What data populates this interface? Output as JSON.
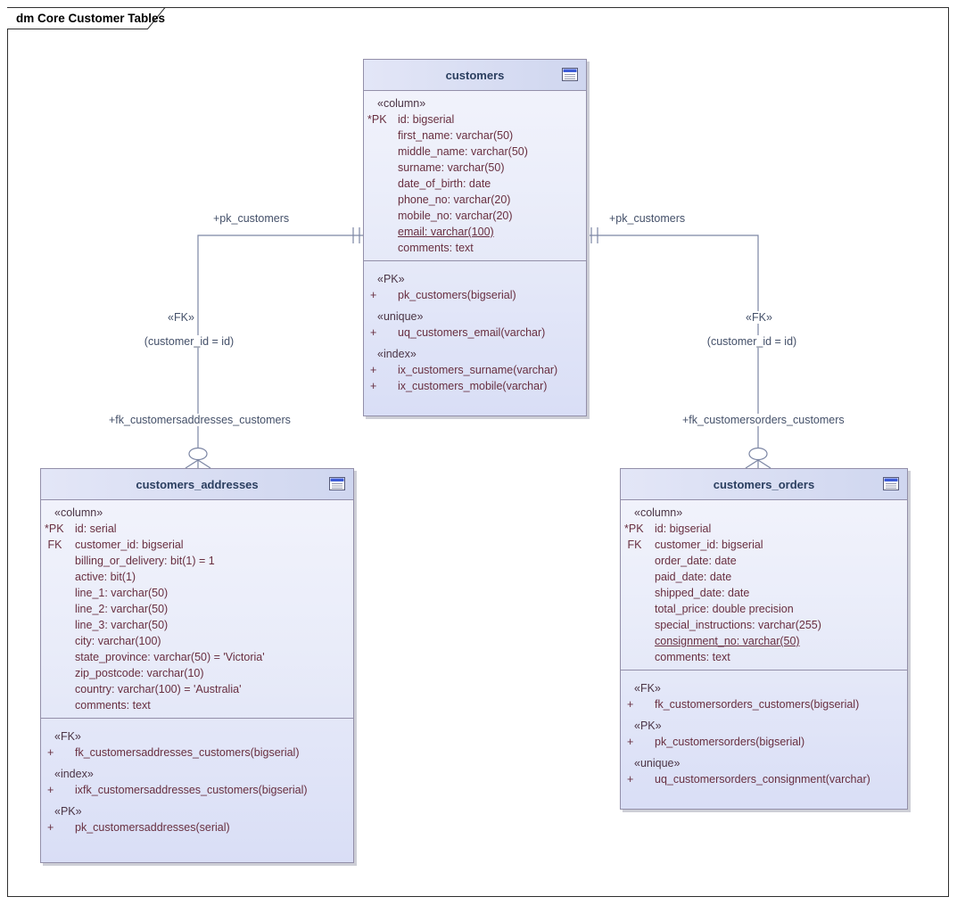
{
  "frame": {
    "title": "dm Core Customer Tables"
  },
  "colors": {
    "table_border": "#938fa9",
    "connector_line": "#7c86a4",
    "column_text": "#682f40",
    "header_text": "#2a3e5f",
    "label_text": "#445069",
    "icon_title_bar": "#3d5bd7"
  },
  "tables": [
    {
      "name": "customers",
      "stereotype": "«column»",
      "icon": "table-document-icon",
      "columns": [
        {
          "prefix": "*PK",
          "text": "id: bigserial"
        },
        {
          "prefix": "",
          "text": "first_name: varchar(50)"
        },
        {
          "prefix": "",
          "text": "middle_name: varchar(50)"
        },
        {
          "prefix": "",
          "text": "surname: varchar(50)"
        },
        {
          "prefix": "",
          "text": "date_of_birth: date"
        },
        {
          "prefix": "",
          "text": "phone_no: varchar(20)"
        },
        {
          "prefix": "",
          "text": "mobile_no: varchar(20)"
        },
        {
          "prefix": "",
          "text": "email: varchar(100)",
          "underline": true
        },
        {
          "prefix": "",
          "text": "comments: text"
        }
      ],
      "operations": [
        {
          "kind": "stereotype",
          "text": "«PK»"
        },
        {
          "kind": "op",
          "prefix": "+",
          "text": "pk_customers(bigserial)"
        },
        {
          "kind": "stereotype",
          "text": "«unique»"
        },
        {
          "kind": "op",
          "prefix": "+",
          "text": "uq_customers_email(varchar)"
        },
        {
          "kind": "stereotype",
          "text": "«index»"
        },
        {
          "kind": "op",
          "prefix": "+",
          "text": "ix_customers_surname(varchar)"
        },
        {
          "kind": "op",
          "prefix": "+",
          "text": "ix_customers_mobile(varchar)"
        }
      ]
    },
    {
      "name": "customers_addresses",
      "stereotype": "«column»",
      "icon": "table-document-icon",
      "columns": [
        {
          "prefix": "*PK",
          "text": "id: serial"
        },
        {
          "prefix": " FK",
          "text": "customer_id: bigserial"
        },
        {
          "prefix": "",
          "text": "billing_or_delivery: bit(1) = 1"
        },
        {
          "prefix": "",
          "text": "active: bit(1)"
        },
        {
          "prefix": "",
          "text": "line_1: varchar(50)"
        },
        {
          "prefix": "",
          "text": "line_2: varchar(50)"
        },
        {
          "prefix": "",
          "text": "line_3: varchar(50)"
        },
        {
          "prefix": "",
          "text": "city: varchar(100)"
        },
        {
          "prefix": "",
          "text": "state_province: varchar(50) = 'Victoria'"
        },
        {
          "prefix": "",
          "text": "zip_postcode: varchar(10)"
        },
        {
          "prefix": "",
          "text": "country: varchar(100) = 'Australia'"
        },
        {
          "prefix": "",
          "text": "comments: text"
        }
      ],
      "operations": [
        {
          "kind": "stereotype",
          "text": "«FK»"
        },
        {
          "kind": "op",
          "prefix": "+",
          "text": "fk_customersaddresses_customers(bigserial)"
        },
        {
          "kind": "stereotype",
          "text": "«index»"
        },
        {
          "kind": "op",
          "prefix": "+",
          "text": "ixfk_customersaddresses_customers(bigserial)"
        },
        {
          "kind": "stereotype",
          "text": "«PK»"
        },
        {
          "kind": "op",
          "prefix": "+",
          "text": "pk_customersaddresses(serial)"
        }
      ]
    },
    {
      "name": "customers_orders",
      "stereotype": "«column»",
      "icon": "table-document-icon",
      "columns": [
        {
          "prefix": "*PK",
          "text": "id: bigserial"
        },
        {
          "prefix": " FK",
          "text": "customer_id: bigserial"
        },
        {
          "prefix": "",
          "text": "order_date: date"
        },
        {
          "prefix": "",
          "text": "paid_date: date"
        },
        {
          "prefix": "",
          "text": "shipped_date: date"
        },
        {
          "prefix": "",
          "text": "total_price: double precision"
        },
        {
          "prefix": "",
          "text": "special_instructions: varchar(255)"
        },
        {
          "prefix": "",
          "text": "consignment_no: varchar(50)",
          "underline": true
        },
        {
          "prefix": "",
          "text": "comments: text"
        }
      ],
      "operations": [
        {
          "kind": "stereotype",
          "text": "«FK»"
        },
        {
          "kind": "op",
          "prefix": "+",
          "text": "fk_customersorders_customers(bigserial)"
        },
        {
          "kind": "stereotype",
          "text": "«PK»"
        },
        {
          "kind": "op",
          "prefix": "+",
          "text": "pk_customersorders(bigserial)"
        },
        {
          "kind": "stereotype",
          "text": "«unique»"
        },
        {
          "kind": "op",
          "prefix": "+",
          "text": "uq_customersorders_consignment(varchar)"
        }
      ]
    }
  ],
  "connectors": [
    {
      "source_label": "+pk_customers",
      "stereotype": "«FK»",
      "condition": "(customer_id = id)",
      "target_label": "+fk_customersaddresses_customers"
    },
    {
      "source_label": "+pk_customers",
      "stereotype": "«FK»",
      "condition": "(customer_id = id)",
      "target_label": "+fk_customersorders_customers"
    }
  ]
}
